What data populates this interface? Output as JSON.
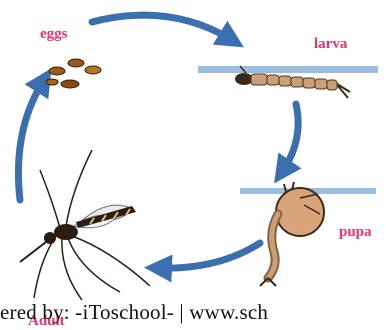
{
  "stages": {
    "eggs": "eggs",
    "larva": "larva",
    "pupa": "pupa",
    "adult": "Adult"
  },
  "watermark": "ered by: -iToschool- | www.sch",
  "colors": {
    "label": "#e8316e",
    "arrow": "#3b6fb0",
    "water": "#7aa8d6",
    "egg": "#9a5a1e",
    "insect": "#2a1e14",
    "pupa": "#d9a37a"
  }
}
